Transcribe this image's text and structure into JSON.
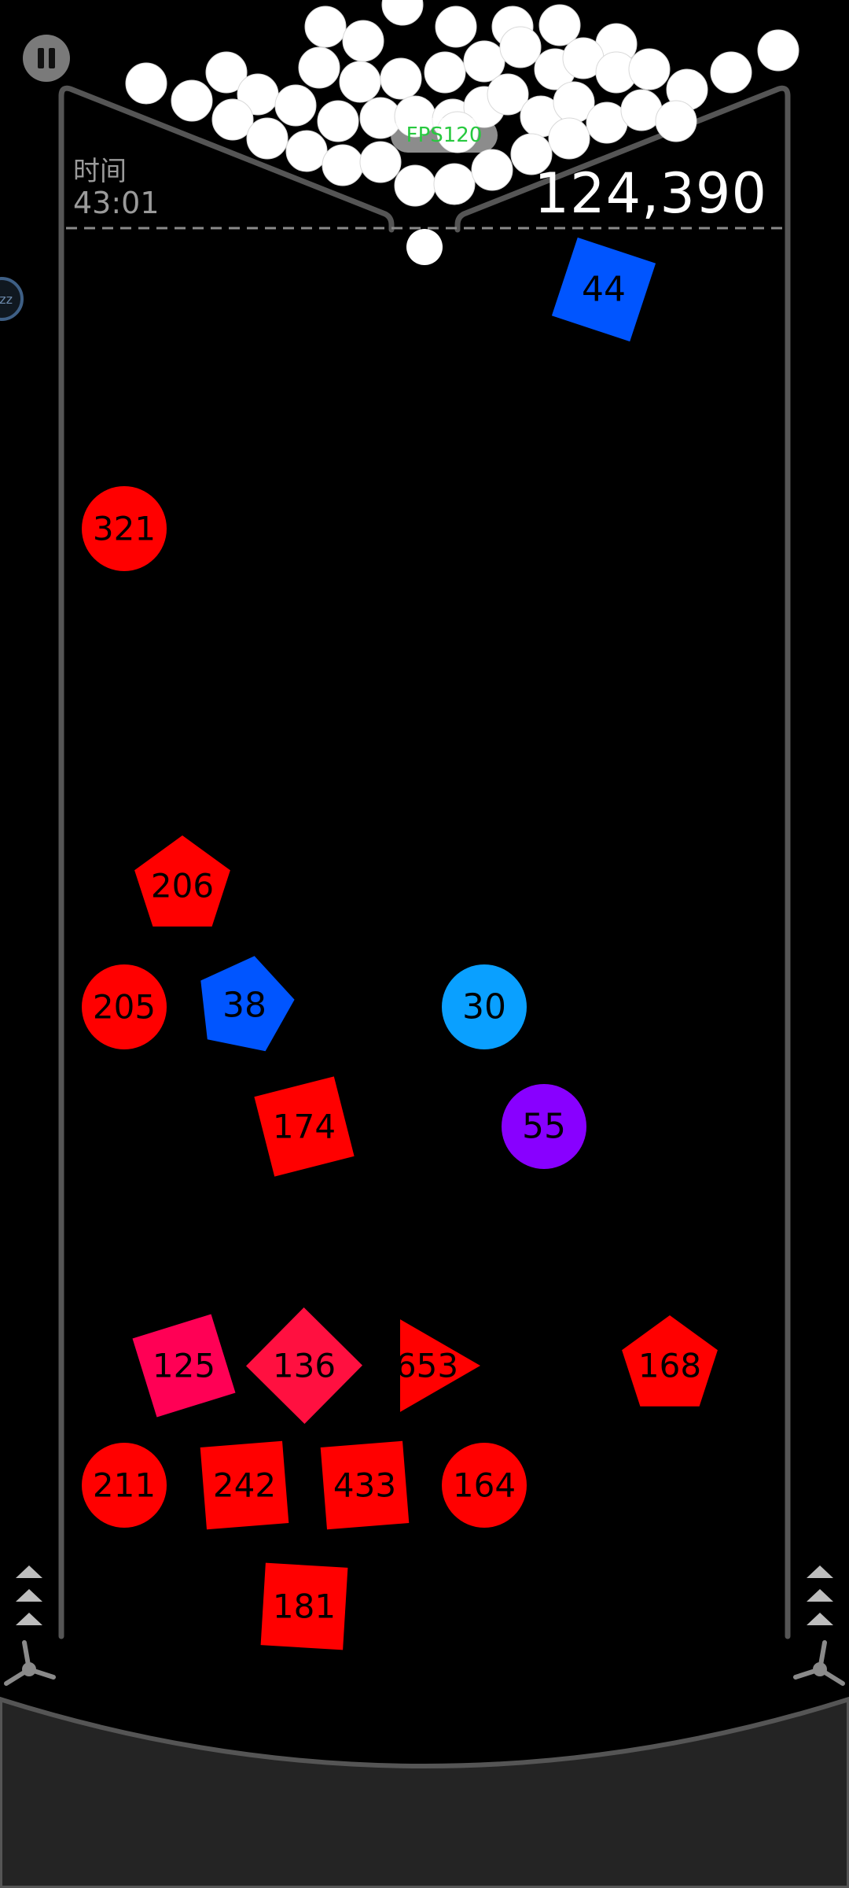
{
  "hud": {
    "time_label": "时间",
    "time_value": "43:01",
    "score": "124,390",
    "fps_label": "FPS120"
  },
  "side_badge_label": "zz",
  "colors": {
    "red": "#ff0000",
    "pink": "#ff0055",
    "crimson": "#ff1040",
    "blue": "#0055ff",
    "sky": "#0aa0ff",
    "purple": "#8800ff",
    "frame": "#555555"
  },
  "blocks": [
    {
      "shape": "square",
      "value": "44",
      "color": "#0055ff"
    },
    {
      "shape": "circle",
      "value": "321",
      "color": "#ff0000"
    },
    {
      "shape": "pentagon",
      "value": "206",
      "color": "#ff0000"
    },
    {
      "shape": "circle",
      "value": "205",
      "color": "#ff0000"
    },
    {
      "shape": "pentagon",
      "value": "38",
      "color": "#0055ff"
    },
    {
      "shape": "circle",
      "value": "30",
      "color": "#0aa0ff"
    },
    {
      "shape": "square",
      "value": "174",
      "color": "#ff0000"
    },
    {
      "shape": "circle",
      "value": "55",
      "color": "#8800ff"
    },
    {
      "shape": "square",
      "value": "125",
      "color": "#ff0055"
    },
    {
      "shape": "diamond",
      "value": "136",
      "color": "#ff1040"
    },
    {
      "shape": "triangle",
      "value": "653",
      "color": "#ff0000"
    },
    {
      "shape": "pentagon",
      "value": "168",
      "color": "#ff0000"
    },
    {
      "shape": "circle",
      "value": "211",
      "color": "#ff0000"
    },
    {
      "shape": "square",
      "value": "242",
      "color": "#ff0000"
    },
    {
      "shape": "square",
      "value": "433",
      "color": "#ff0000"
    },
    {
      "shape": "circle",
      "value": "164",
      "color": "#ff0000"
    },
    {
      "shape": "square",
      "value": "181",
      "color": "#ff0000"
    }
  ]
}
